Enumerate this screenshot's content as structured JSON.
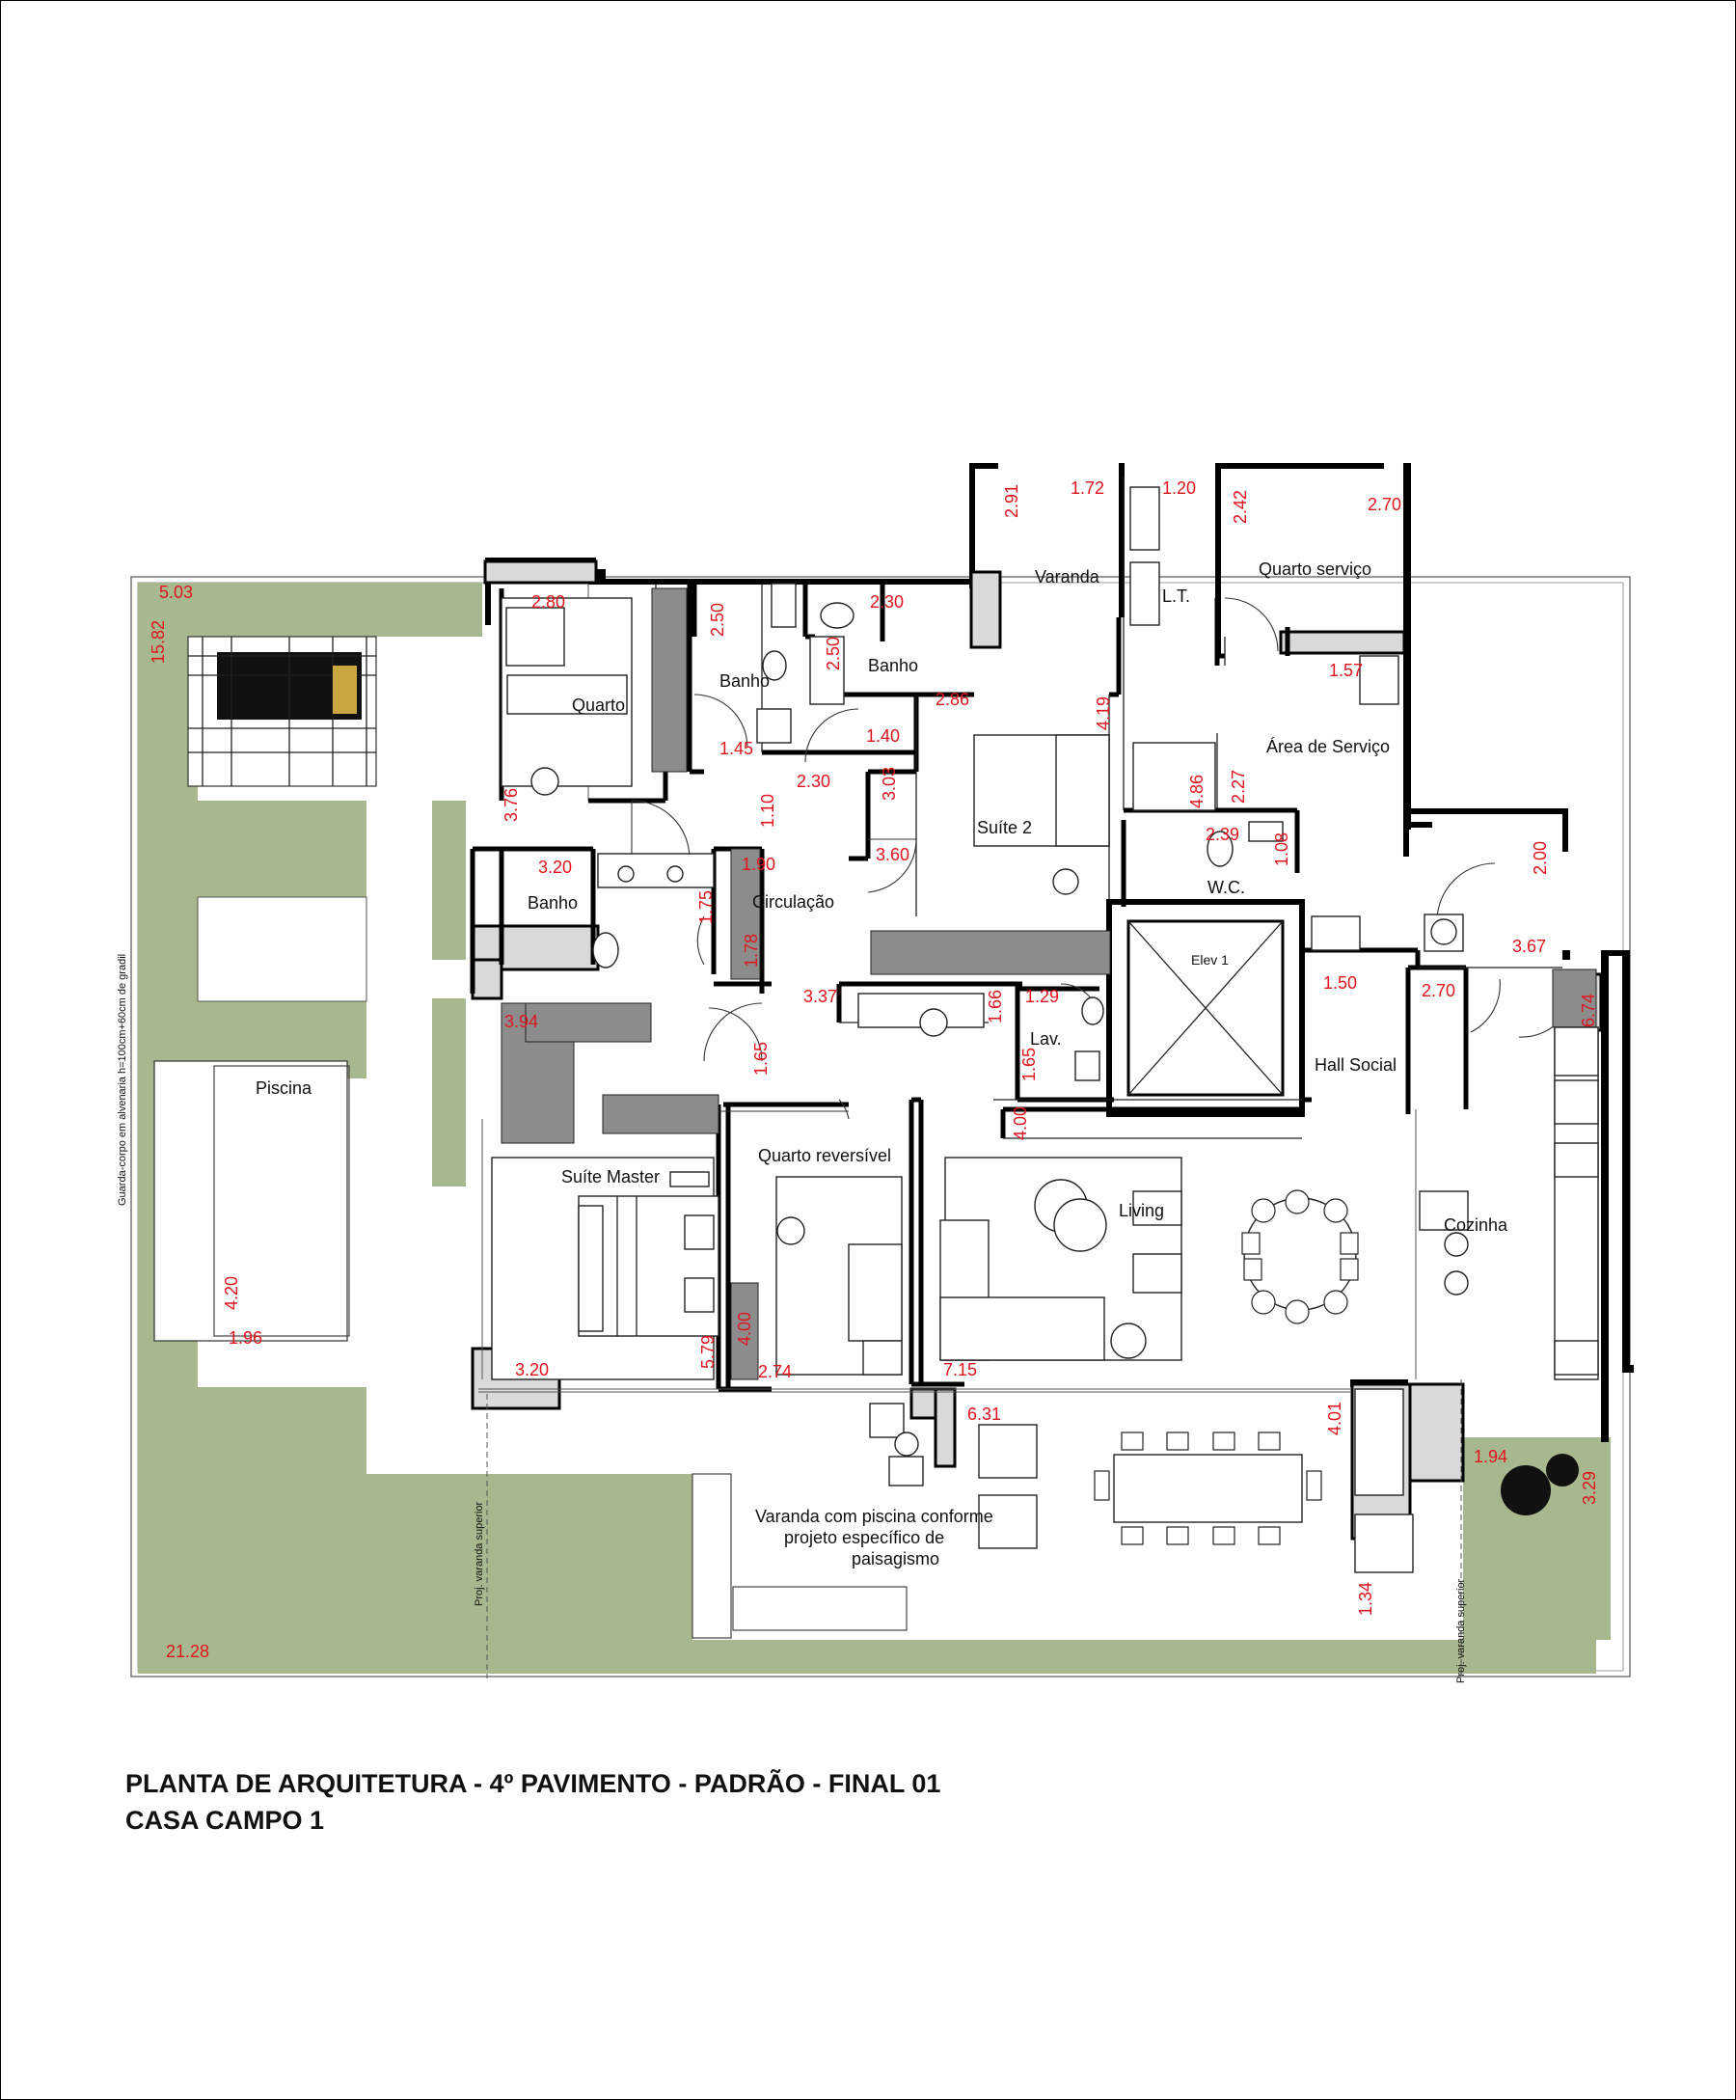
{
  "title": {
    "line1": "PLANTA DE ARQUITETURA - 4º PAVIMENTO - PADRÃO - FINAL 01",
    "line2": "CASA CAMPO 1"
  },
  "rooms": {
    "quarto": "Quarto",
    "banho1": "Banho",
    "banho2": "Banho",
    "banho3": "Banho",
    "varanda": "Varanda",
    "lt": "L.T.",
    "quarto_servico": "Quarto serviço",
    "area_servico": "Área de Serviço",
    "suite2": "Suíte 2",
    "circulacao": "Circulação",
    "wc": "W.C.",
    "elev": "Elev 1",
    "lav": "Lav.",
    "hall_social": "Hall Social",
    "piscina": "Piscina",
    "suite_master": "Suíte Master",
    "quarto_reversivel": "Quarto reversível",
    "living": "Living",
    "cozinha": "Cozinha",
    "varanda_piscina_1": "Varanda com piscina conforme",
    "varanda_piscina_2": "projeto específico de",
    "varanda_piscina_3": "paisagismo"
  },
  "notes": {
    "guarda_corpo": "Guarda-corpo em alvenaria h=100cm+60cm de gradil",
    "proj_varanda_1": "Proj. varanda superior",
    "proj_varanda_2": "Proj. varanda superior"
  },
  "dimensions": {
    "d_5_03": "5.03",
    "d_15_82": "15.82",
    "d_2_80": "2.80",
    "d_2_50a": "2.50",
    "d_2_30a": "2.30",
    "d_2_50b": "2.50",
    "d_2_91": "2.91",
    "d_1_72": "1.72",
    "d_1_20": "1.20",
    "d_2_42": "2.42",
    "d_2_70a": "2.70",
    "d_1_57": "1.57",
    "d_2_86": "2.86",
    "d_4_19": "4.19",
    "d_1_45": "1.45",
    "d_1_40": "1.40",
    "d_2_30b": "2.30",
    "d_3_03": "3.03",
    "d_4_86": "4.86",
    "d_2_27": "2.27",
    "d_3_76": "3.76",
    "d_1_10": "1.10",
    "d_3_60": "3.60",
    "d_2_39": "2.39",
    "d_1_08": "1.08",
    "d_2_00": "2.00",
    "d_3_20a": "3.20",
    "d_1_90": "1.90",
    "d_1_75": "1.75",
    "d_1_78": "1.78",
    "d_3_67": "3.67",
    "d_1_50": "1.50",
    "d_2_70b": "2.70",
    "d_6_74": "6.74",
    "d_3_37": "3.37",
    "d_1_66": "1.66",
    "d_1_29": "1.29",
    "d_3_94": "3.94",
    "d_1_65a": "1.65",
    "d_1_65b": "1.65",
    "d_4_00a": "4.00",
    "d_4_20": "4.20",
    "d_1_96": "1.96",
    "d_5_79": "5.79",
    "d_4_00b": "4.00",
    "d_3_20b": "3.20",
    "d_2_74": "2.74",
    "d_7_15": "7.15",
    "d_6_31": "6.31",
    "d_4_01": "4.01",
    "d_1_94": "1.94",
    "d_3_29": "3.29",
    "d_1_34": "1.34",
    "d_21_28": "21.28"
  },
  "colors": {
    "dimension_red": "#e0141e",
    "landscape_green": "#a7b88e",
    "wall_black": "#000000",
    "wall_gray": "#d9d9d9"
  }
}
